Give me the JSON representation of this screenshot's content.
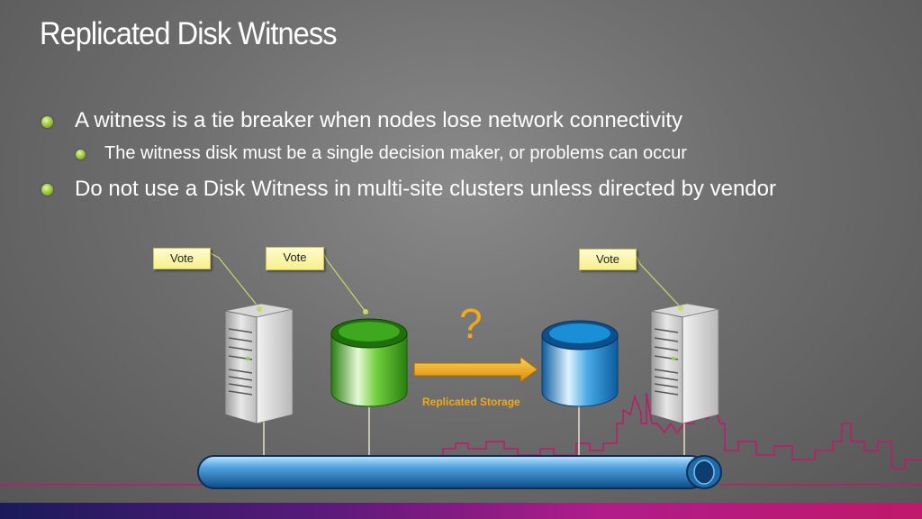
{
  "slide": {
    "title": "Replicated Disk Witness",
    "bullets": [
      "A witness is a tie breaker when nodes lose network connectivity",
      "The witness disk must be a single decision maker, or problems can occur",
      "Do not use a Disk Witness in multi-site clusters unless directed by vendor"
    ]
  },
  "diagram": {
    "vote_labels": [
      "Vote",
      "Vote",
      "Vote"
    ],
    "question_mark": "?",
    "replication_label": "Replicated Storage",
    "colors": {
      "witness_disk": "#3ea81e",
      "replica_disk": "#1a8fd6",
      "arrow": "#f0a91b",
      "network_pipe": "#2a78b8",
      "skyline": "#c0186a"
    }
  }
}
